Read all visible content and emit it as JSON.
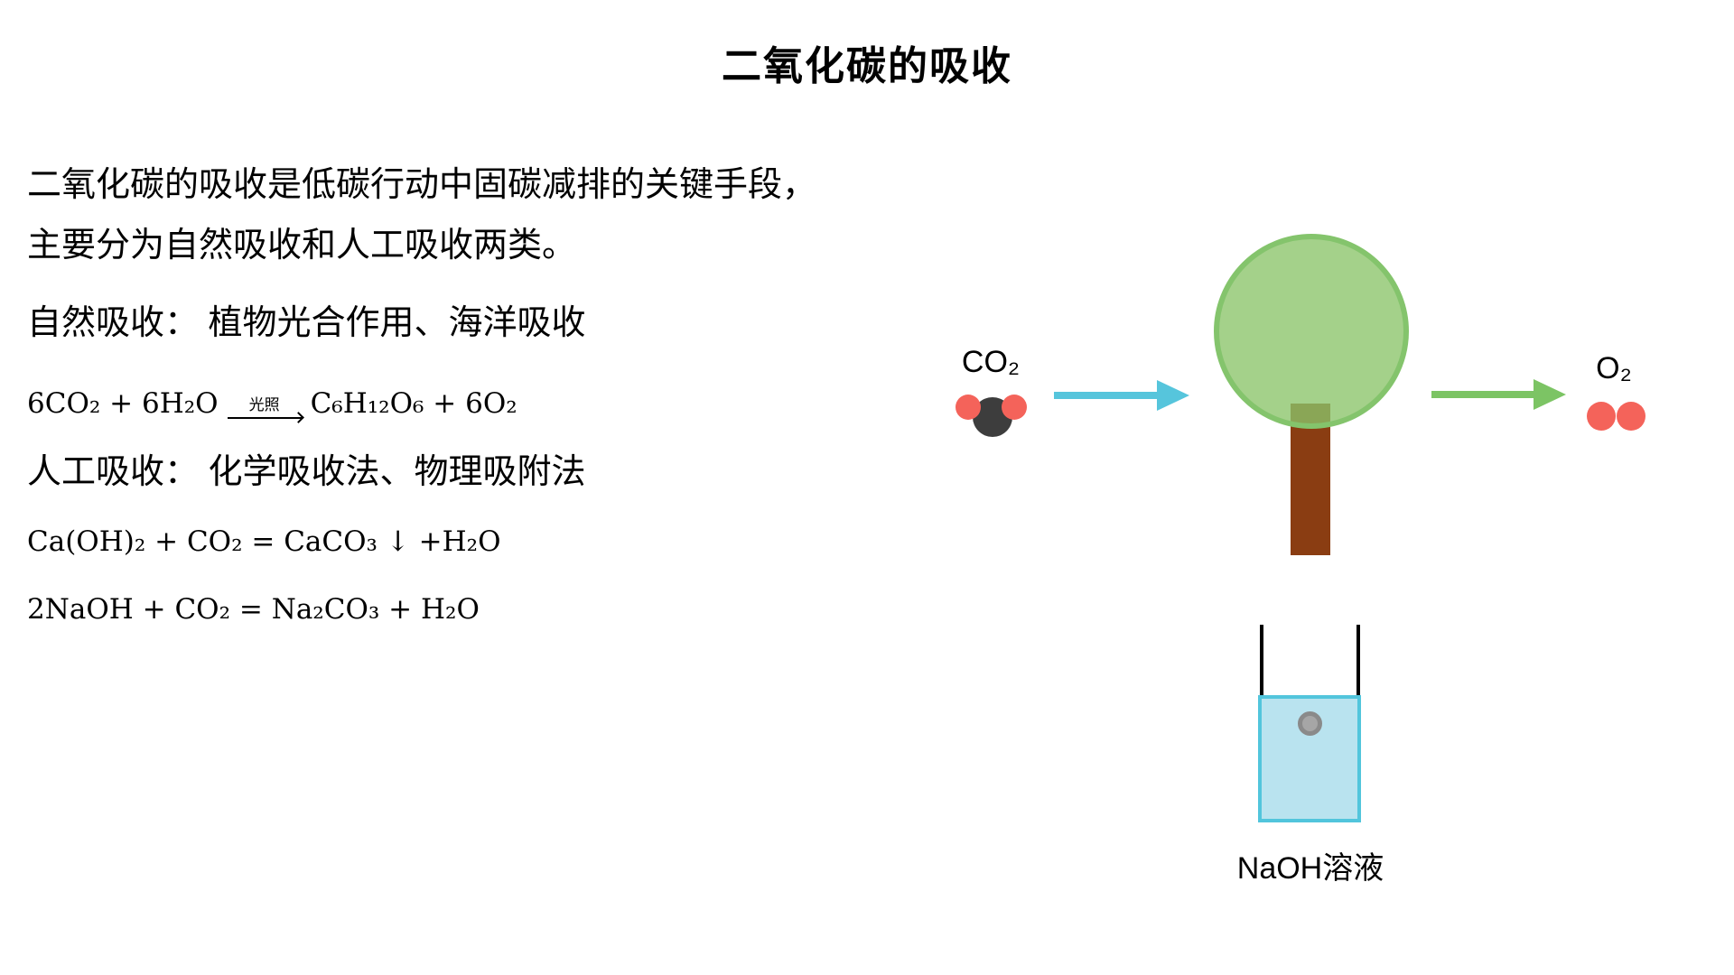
{
  "title": "二氧化碳的吸收",
  "intro": {
    "line1": "二氧化碳的吸收是低碳行动中固碳减排的关键手段，",
    "line2": "主要分为自然吸收和人工吸收两类。"
  },
  "sections": {
    "natural": {
      "heading": "自然吸收： 植物光合作用、海洋吸收",
      "equation": {
        "lhs": "6CO₂ + 6H₂O",
        "arrow_label": "光照",
        "rhs": "C₆H₁₂O₆ + 6O₂"
      }
    },
    "artificial": {
      "heading": "人工吸收： 化学吸收法、物理吸附法",
      "equations": [
        "Ca(OH)₂ + CO₂ = CaCO₃ ↓ +H₂O",
        "2NaOH + CO₂ = Na₂CO₃ + H₂O"
      ]
    }
  },
  "diagram": {
    "co2_label": "CO₂",
    "o2_label": "O₂",
    "beaker_label": "NaOH溶液"
  },
  "colors": {
    "text": "#000000",
    "co2_arrow": "#56c5dc",
    "o2_arrow": "#7cc464",
    "carbon_atom": "#3d3d3d",
    "oxygen_atom": "#f4635a",
    "tree_canopy_fill": "rgba(139,196,105,0.78)",
    "tree_canopy_stroke": "#84c46c",
    "tree_trunk": "#8a3d12",
    "beaker_border": "#52c5dc",
    "beaker_liquid": "#b9e3ef",
    "beaker_wall": "#000000",
    "bubble_outer": "#8a8a8a",
    "bubble_inner": "#a6a6a6"
  }
}
